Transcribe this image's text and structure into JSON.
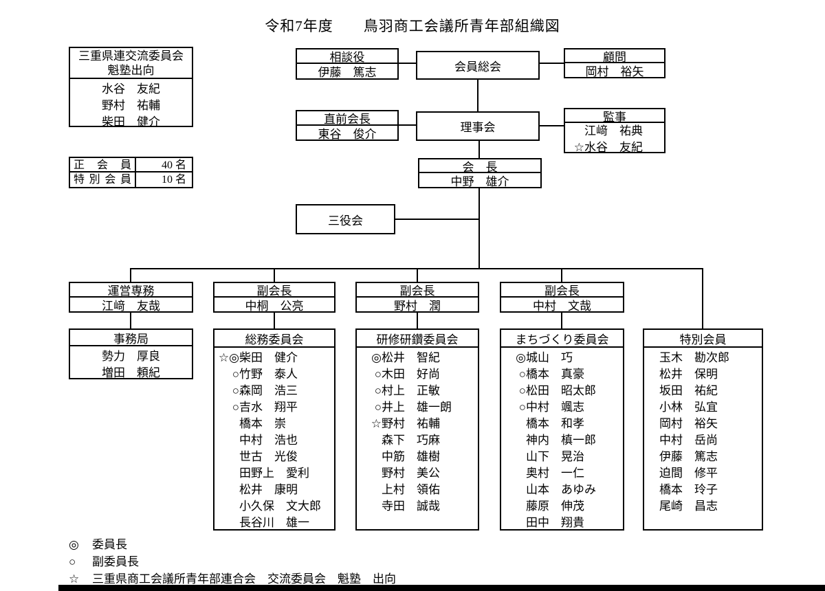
{
  "title": "令和7年度　　鳥羽商工会議所青年部組織図",
  "mie_box": {
    "header_line1": "三重県連交流委員会",
    "header_line2": "魁塾出向",
    "members": [
      {
        "marker": "",
        "name": "水谷　友紀"
      },
      {
        "marker": "",
        "name": "野村　祐輔"
      },
      {
        "marker": "",
        "name": "柴田　健介"
      }
    ]
  },
  "member_counts": {
    "rows": [
      {
        "label": "正会員",
        "value": "40 名"
      },
      {
        "label": "特別会員",
        "value": "10 名"
      }
    ]
  },
  "org": {
    "soudanyaku": {
      "title": "相談役",
      "name": "伊藤　篤志"
    },
    "kaiin_soukai": {
      "title": "会員総会"
    },
    "komon": {
      "title": "顧問",
      "name": "岡村　裕矢"
    },
    "chokuzen_kaichou": {
      "title": "直前会長",
      "name": "東谷　俊介"
    },
    "rijikai": {
      "title": "理事会"
    },
    "kanji": {
      "title": "監事",
      "members": [
        {
          "marker": "",
          "name": "江﨑　祐典"
        },
        {
          "marker": "☆",
          "name": "水谷　友紀"
        }
      ]
    },
    "kaichou": {
      "title": "会　長",
      "name": "中野　雄介"
    },
    "sanyakukai": {
      "title": "三役会"
    }
  },
  "leaders": [
    {
      "title": "運営専務",
      "name": "江﨑　友哉"
    },
    {
      "title": "副会長",
      "name": "中桐　公亮"
    },
    {
      "title": "副会長",
      "name": "野村　潤"
    },
    {
      "title": "副会長",
      "name": "中村　文哉"
    }
  ],
  "committees": [
    {
      "title": "事務局",
      "members": [
        {
          "marker": "",
          "name": "勢力　厚良"
        },
        {
          "marker": "",
          "name": "増田　頼紀"
        }
      ]
    },
    {
      "title": "総務委員会",
      "members": [
        {
          "marker": "☆◎",
          "name": "柴田　健介"
        },
        {
          "marker": "○",
          "name": "竹野　泰人"
        },
        {
          "marker": "○",
          "name": "森岡　浩三"
        },
        {
          "marker": "○",
          "name": "吉水　翔平"
        },
        {
          "marker": "",
          "name": "橋本　崇"
        },
        {
          "marker": "",
          "name": "中村　浩也"
        },
        {
          "marker": "",
          "name": "世古　光俊"
        },
        {
          "marker": "",
          "name": "田野上　愛利"
        },
        {
          "marker": "",
          "name": "松井　康明"
        },
        {
          "marker": "",
          "name": "小久保　文大郎"
        },
        {
          "marker": "",
          "name": "長谷川　雄一"
        }
      ]
    },
    {
      "title": "研修研鑽委員会",
      "members": [
        {
          "marker": "◎",
          "name": "松井　智紀"
        },
        {
          "marker": "○",
          "name": "木田　好尚"
        },
        {
          "marker": "○",
          "name": "村上　正敏"
        },
        {
          "marker": "○",
          "name": "井上　雄一朗"
        },
        {
          "marker": "☆",
          "name": "野村　祐輔"
        },
        {
          "marker": "",
          "name": "森下　巧麻"
        },
        {
          "marker": "",
          "name": "中筋　雄樹"
        },
        {
          "marker": "",
          "name": "野村　美公"
        },
        {
          "marker": "",
          "name": "上村　領佑"
        },
        {
          "marker": "",
          "name": "寺田　誠哉"
        }
      ]
    },
    {
      "title": "まちづくり委員会",
      "members": [
        {
          "marker": "◎",
          "name": "城山　巧"
        },
        {
          "marker": "○",
          "name": "橋本　真豪"
        },
        {
          "marker": "○",
          "name": "松田　昭太郎"
        },
        {
          "marker": "○",
          "name": "中村　颯志"
        },
        {
          "marker": "",
          "name": "橋本　和孝"
        },
        {
          "marker": "",
          "name": "神内　槙一郎"
        },
        {
          "marker": "",
          "name": "山下　晃治"
        },
        {
          "marker": "",
          "name": "奥村　一仁"
        },
        {
          "marker": "",
          "name": "山本　あゆみ"
        },
        {
          "marker": "",
          "name": "藤原　伸茂"
        },
        {
          "marker": "",
          "name": "田中　翔貴"
        }
      ]
    },
    {
      "title": "特別会員",
      "members": [
        {
          "marker": "",
          "name": "玉木　勘次郎"
        },
        {
          "marker": "",
          "name": "松井　保明"
        },
        {
          "marker": "",
          "name": "坂田　祐紀"
        },
        {
          "marker": "",
          "name": "小林　弘宜"
        },
        {
          "marker": "",
          "name": "岡村　裕矢"
        },
        {
          "marker": "",
          "name": "中村　岳尚"
        },
        {
          "marker": "",
          "name": "伊藤　篤志"
        },
        {
          "marker": "",
          "name": "迫間　修平"
        },
        {
          "marker": "",
          "name": "橋本　玲子"
        },
        {
          "marker": "",
          "name": "尾崎　昌志"
        }
      ]
    }
  ],
  "legend": [
    {
      "marker": "◎",
      "name": "委員長"
    },
    {
      "marker": "○",
      "name": "副委員長"
    },
    {
      "marker": "☆",
      "name": "三重県商工会議所青年部連合会　交流委員会　魁塾　出向"
    }
  ]
}
